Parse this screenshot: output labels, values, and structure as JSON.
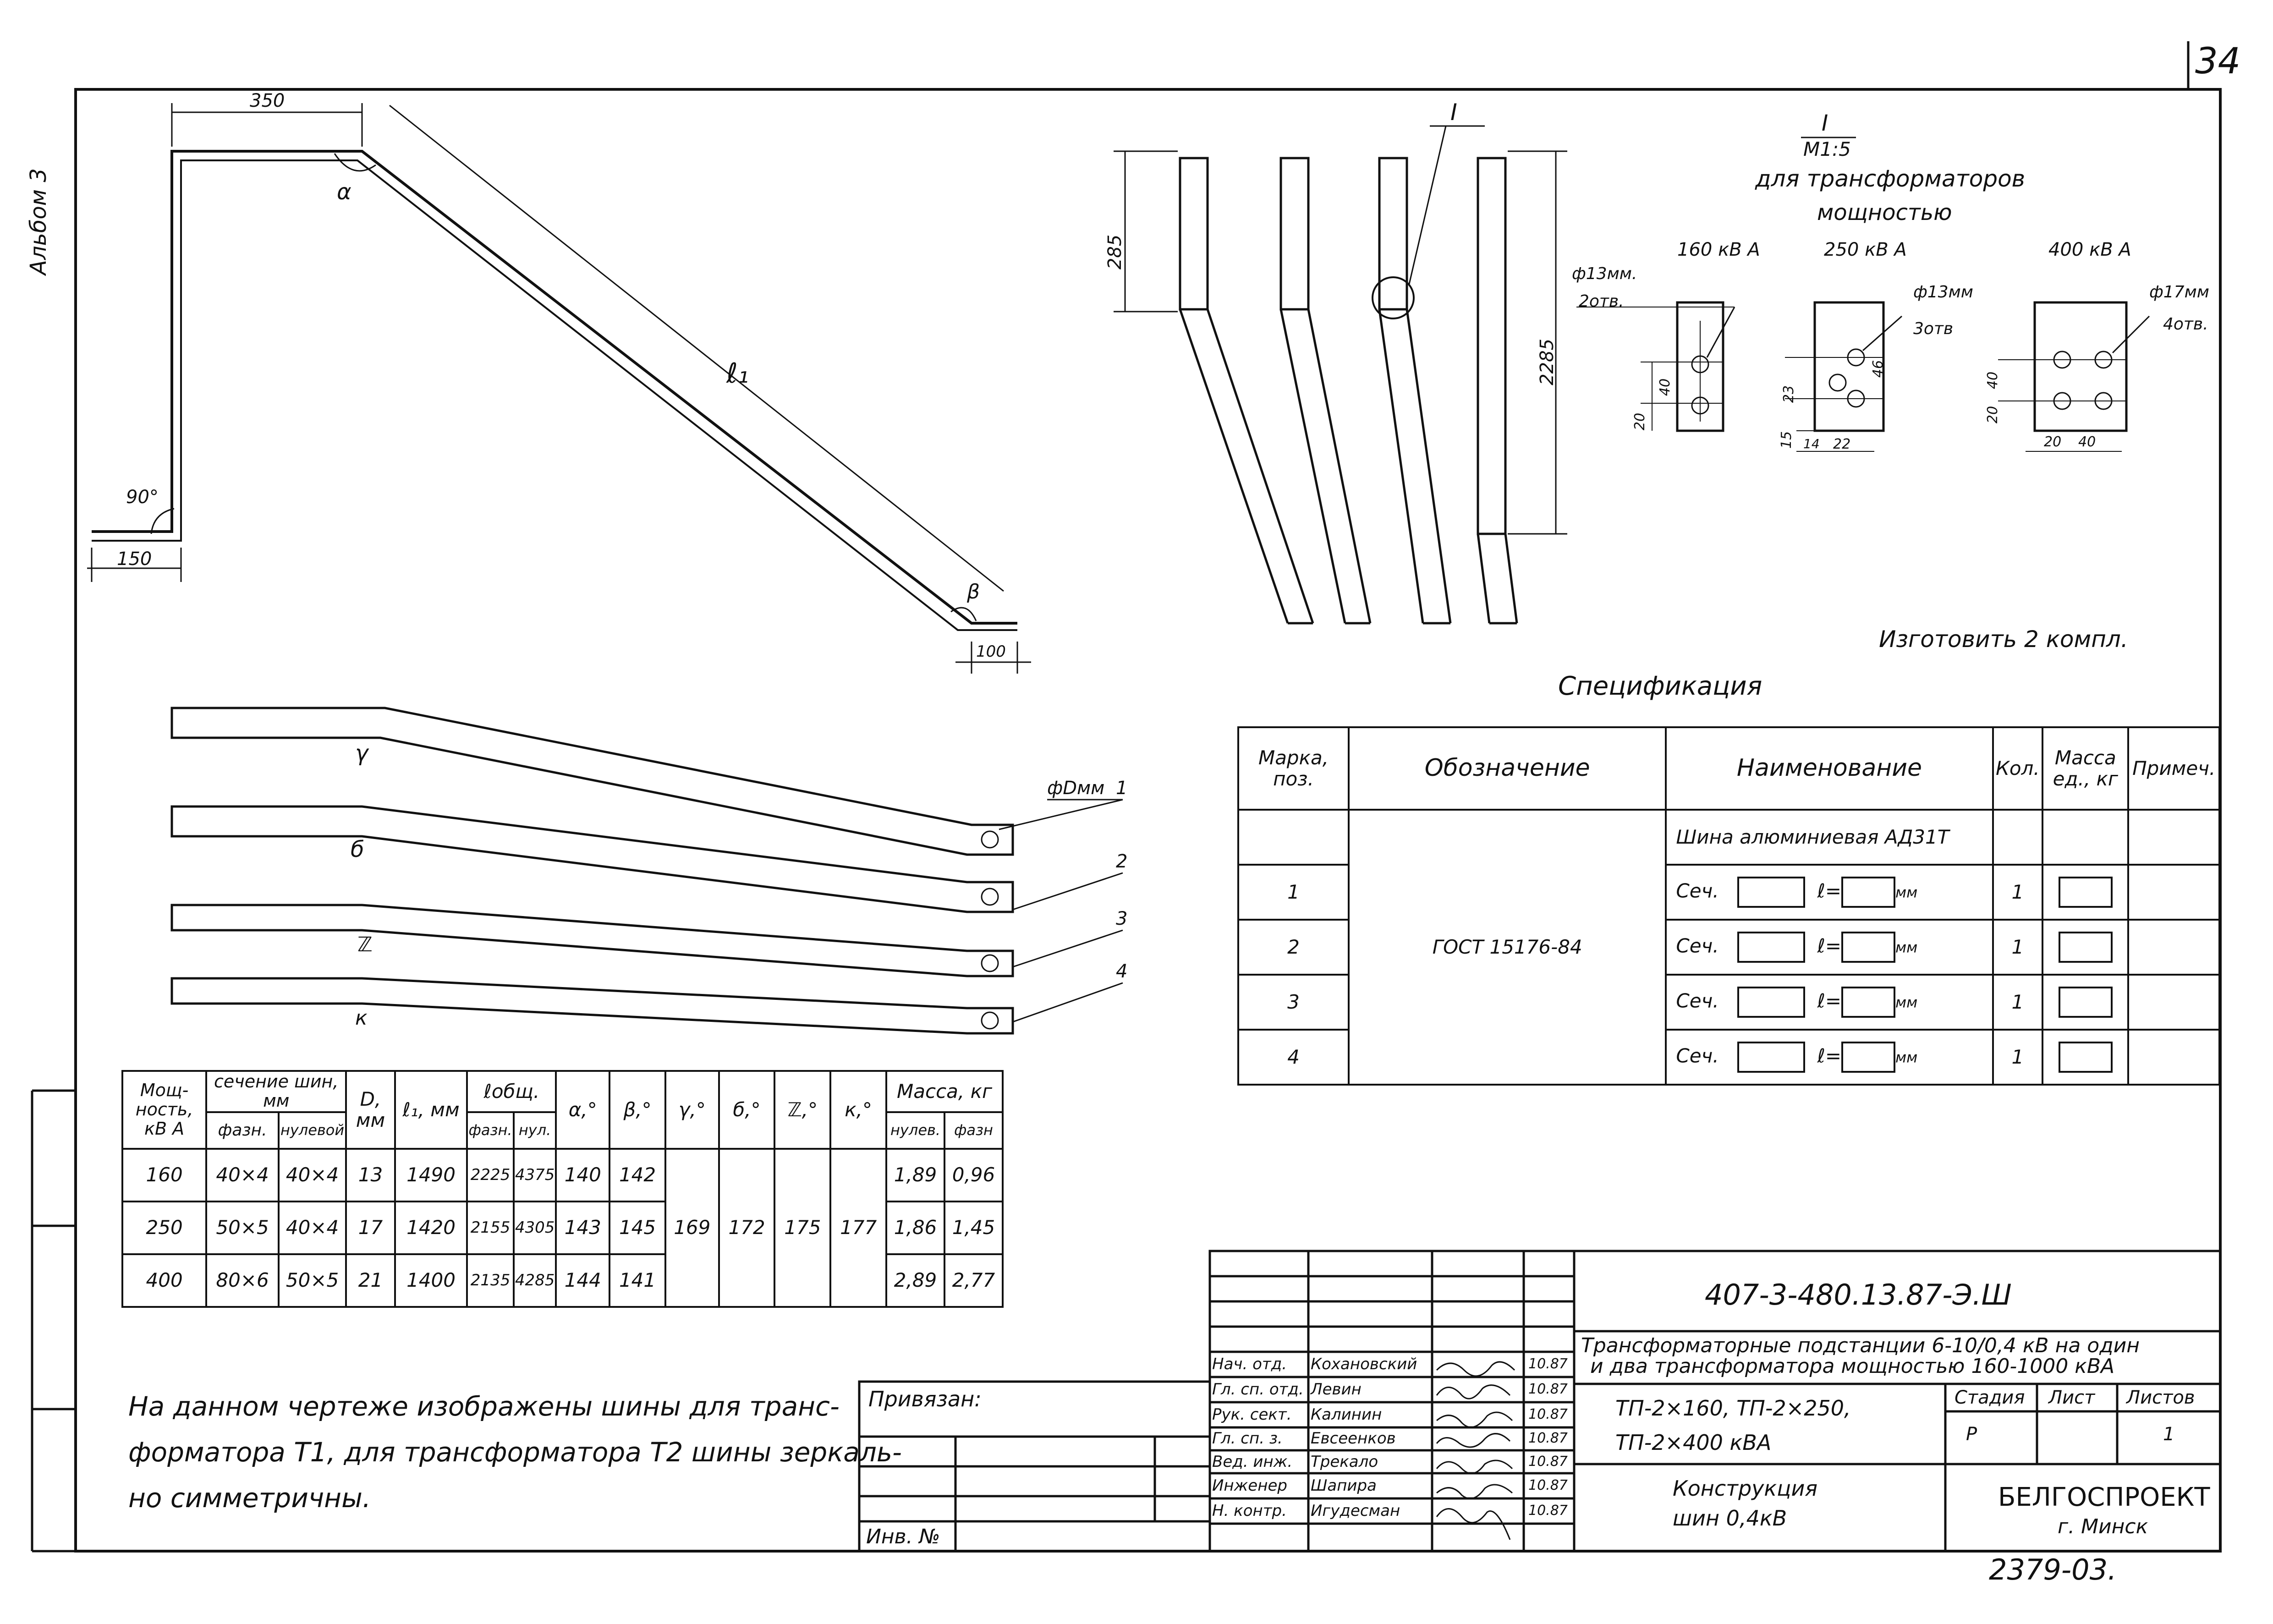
{
  "sheet": {
    "corner_number": "34",
    "album": "Альбом 3",
    "footer_code": "2379-03."
  },
  "bar_drawing": {
    "dim_350": "350",
    "dim_150": "150",
    "dim_100": "100",
    "angle_90": "90°",
    "label_alpha": "α",
    "label_beta": "β",
    "label_l1": "ℓ₁"
  },
  "bars_view": {
    "dim_285": "285",
    "dim_2285": "2285",
    "callout": "I"
  },
  "detail": {
    "title": "I",
    "scale": "М1:5",
    "subtitle_1": "для трансформаторов",
    "subtitle_2": "мощностью",
    "p160": "160 кВ А",
    "p250": "250 кВ А",
    "p400": "400 кВ А",
    "hole_160": "ф13мм.",
    "hole_160_count": "2отв.",
    "hole_250": "ф13мм",
    "hole_250_count": "3отв",
    "hole_400": "ф17мм",
    "hole_400_count": "4отв.",
    "d20": "20",
    "d40": "40",
    "d23": "23",
    "d46": "46",
    "d15": "15",
    "d14": "14",
    "d22": "22",
    "d20b": "20",
    "d40b": "40"
  },
  "make_note": "Изготовить 2 компл.",
  "shapes": {
    "hole_label": "фDмм",
    "n1": "1",
    "n2": "2",
    "n3": "3",
    "n4": "4",
    "g": "γ",
    "b": "б",
    "z": "ℤ",
    "k": "к"
  },
  "spec": {
    "caption": "Спецификация",
    "headers": [
      "Марка, поз.",
      "Обозначение",
      "Наименование",
      "Кол.",
      "Масса ед., кг",
      "Примеч."
    ],
    "material": "Шина алюминиевая АД31Т",
    "gost": "ГОСТ 15176-84",
    "rows": [
      {
        "pos": "1",
        "name_prefix": "Сеч.",
        "l": "ℓ=",
        "unit": "мм",
        "qty": "1"
      },
      {
        "pos": "2",
        "name_prefix": "Сеч.",
        "l": "ℓ=",
        "unit": "мм",
        "qty": "1"
      },
      {
        "pos": "3",
        "name_prefix": "Сеч.",
        "l": "ℓ=",
        "unit": "мм",
        "qty": "1"
      },
      {
        "pos": "4",
        "name_prefix": "Сеч.",
        "l": "ℓ=",
        "unit": "мм",
        "qty": "1"
      }
    ]
  },
  "power_table": {
    "h_power": "Мощ-ность, кВ А",
    "h_section": "сечение шин, мм",
    "h_phase": "фазн.",
    "h_null": "нулевой",
    "h_D": "D, мм",
    "h_l1": "ℓ₁, мм",
    "h_lobsh": "ℓобщ.",
    "h_lphase": "фазн.",
    "h_lnull": "нул.",
    "h_alpha": "α,°",
    "h_beta": "β,°",
    "h_gamma": "γ,°",
    "h_b": "б,°",
    "h_z": "ℤ,°",
    "h_k": "к,°",
    "h_mass": "Масса, кг",
    "h_mnull": "нулев.",
    "h_mphase": "фазн",
    "rows": [
      {
        "p": "160",
        "sf": "40×4",
        "sn": "40×4",
        "D": "13",
        "l1": "1490",
        "lf": "2225",
        "ln": "4375",
        "a": "140",
        "b": "142",
        "mn": "1,89",
        "mf": "0,96"
      },
      {
        "p": "250",
        "sf": "50×5",
        "sn": "40×4",
        "D": "17",
        "l1": "1420",
        "lf": "2155",
        "ln": "4305",
        "a": "143",
        "b": "145",
        "mn": "1,86",
        "mf": "1,45"
      },
      {
        "p": "400",
        "sf": "80×6",
        "sn": "50×5",
        "D": "21",
        "l1": "1400",
        "lf": "2135",
        "ln": "4285",
        "a": "144",
        "b": "141",
        "mn": "2,89",
        "mf": "2,77"
      }
    ],
    "g": "169",
    "bb": "172",
    "zz": "175",
    "kk": "177"
  },
  "note": {
    "line1": "На данном чертеже изображены шины для транс-",
    "line2": "форматора Т1, для трансформатора Т2 шины зеркаль-",
    "line3": "но симметричны."
  },
  "stamp": {
    "attached": "Привязан:",
    "inv": "Инв. №",
    "code": "407-3-480.13.87-Э.Ш",
    "title1": "Трансформаторные подстанции 6-10/0,4 кВ на один",
    "title2": "и два трансформатора мощностью 160-1000 кВА",
    "types1": "ТП-2×160, ТП-2×250,",
    "types2": "ТП-2×400 кВА",
    "name1": "Конструкция",
    "name2": "шин 0,4кВ",
    "stage_h": "Стадия",
    "sheet_h": "Лист",
    "sheets_h": "Листов",
    "stage": "Р",
    "sheets": "1",
    "org1": "БЕЛГОСПРОЕКТ",
    "org2": "г. Минск",
    "people": [
      {
        "role": "Нач. отд.",
        "name": "Кохановский",
        "date": "10.87"
      },
      {
        "role": "Гл. сп. отд.",
        "name": "Левин",
        "date": "10.87"
      },
      {
        "role": "Рук. сект.",
        "name": "Калинин",
        "date": "10.87"
      },
      {
        "role": "Гл. сп. з.",
        "name": "Евсеенков",
        "date": "10.87"
      },
      {
        "role": "Вед. инж.",
        "name": "Трекало",
        "date": "10.87"
      },
      {
        "role": "Инженер",
        "name": "Шапира",
        "date": "10.87"
      },
      {
        "role": "Н. контр.",
        "name": "Игудесман",
        "date": "10.87"
      }
    ]
  }
}
